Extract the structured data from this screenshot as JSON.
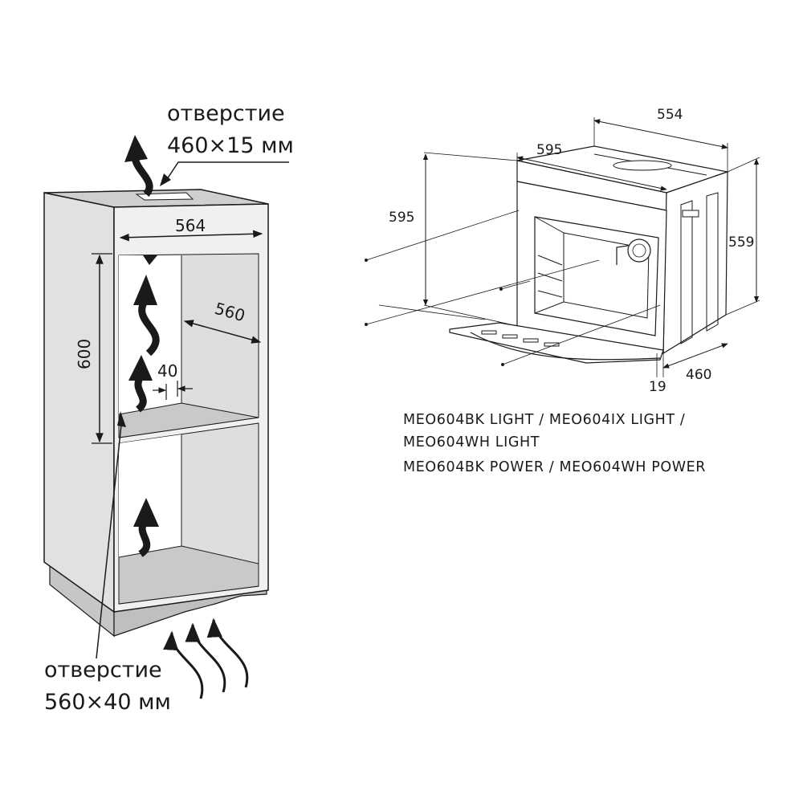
{
  "left_diagram": {
    "top_opening_label": "отверстие",
    "top_opening_size": "460×15 мм",
    "dim_width": "564",
    "dim_depth": "560",
    "dim_height": "600",
    "dim_gap": "40",
    "bottom_opening_label": "отверстие",
    "bottom_opening_size": "560×40 мм"
  },
  "right_diagram": {
    "dim_top_width": "554",
    "dim_front_width": "595",
    "dim_front_height": "595",
    "dim_side_height": "559",
    "dim_depth": "460",
    "dim_door": "19"
  },
  "models": {
    "line1": "MEO604BK LIGHT / MEO604IX LIGHT /",
    "line2": "MEO604WH LIGHT",
    "line3": "MEO604BK POWER / MEO604WH POWER"
  },
  "colors": {
    "line": "#1a1a1a",
    "cabinet_side": "#e1e1e1",
    "cabinet_inner": "#dcdcdc",
    "cabinet_top": "#cfcfcf",
    "plinth": "#c6c6c6"
  }
}
